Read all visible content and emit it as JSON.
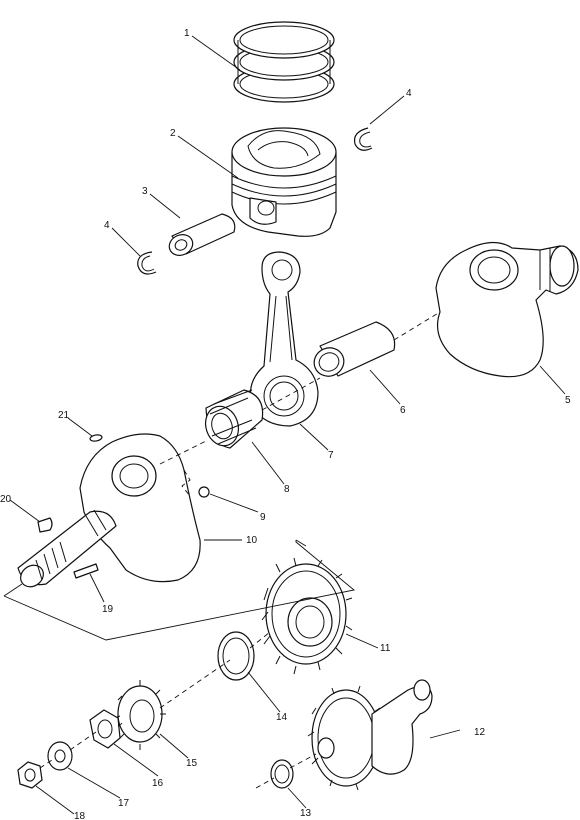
{
  "callouts": [
    {
      "id": "1",
      "label": "1"
    },
    {
      "id": "2",
      "label": "2"
    },
    {
      "id": "3",
      "label": "3"
    },
    {
      "id": "4a",
      "label": "4"
    },
    {
      "id": "4b",
      "label": "4"
    },
    {
      "id": "5",
      "label": "5"
    },
    {
      "id": "6",
      "label": "6"
    },
    {
      "id": "7",
      "label": "7"
    },
    {
      "id": "8",
      "label": "8"
    },
    {
      "id": "9",
      "label": "9"
    },
    {
      "id": "10",
      "label": "10"
    },
    {
      "id": "11",
      "label": "11"
    },
    {
      "id": "12",
      "label": "12"
    },
    {
      "id": "13",
      "label": "13"
    },
    {
      "id": "14",
      "label": "14"
    },
    {
      "id": "15",
      "label": "15"
    },
    {
      "id": "16",
      "label": "16"
    },
    {
      "id": "17",
      "label": "17"
    },
    {
      "id": "18",
      "label": "18"
    },
    {
      "id": "19",
      "label": "19"
    },
    {
      "id": "20",
      "label": "20"
    },
    {
      "id": "21",
      "label": "21"
    }
  ]
}
